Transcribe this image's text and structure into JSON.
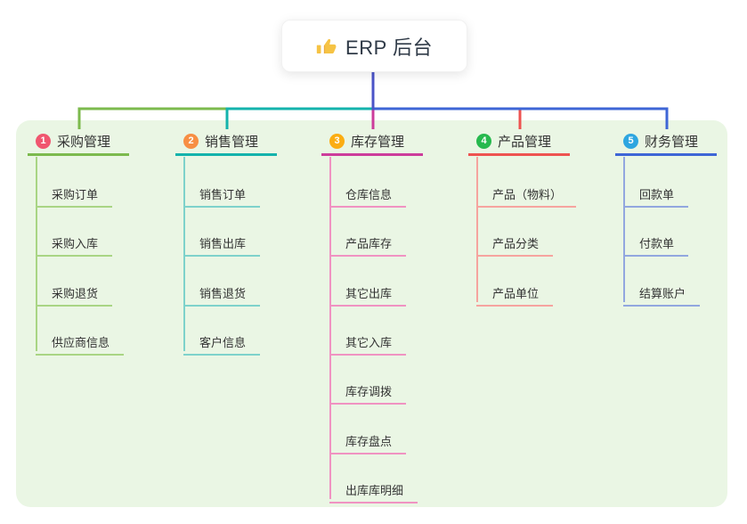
{
  "root": {
    "label": "ERP 后台",
    "icon": "thumbs-up-icon"
  },
  "branches": [
    {
      "index": "1",
      "label": "采购管理",
      "badge_color": "#F0566F",
      "line_color": "#7CBA4D",
      "light_color": "#A9D584",
      "children": [
        "采购订单",
        "采购入库",
        "采购退货",
        "供应商信息"
      ]
    },
    {
      "index": "2",
      "label": "销售管理",
      "badge_color": "#F78F44",
      "line_color": "#14B3AC",
      "light_color": "#7ED2CB",
      "children": [
        "销售订单",
        "销售出库",
        "销售退货",
        "客户信息"
      ]
    },
    {
      "index": "3",
      "label": "库存管理",
      "badge_color": "#FBAD12",
      "line_color": "#CC3C9B",
      "light_color": "#F093C2",
      "children": [
        "仓库信息",
        "产品库存",
        "其它出库",
        "其它入库",
        "库存调拨",
        "库存盘点",
        "出库库明细"
      ]
    },
    {
      "index": "4",
      "label": "产品管理",
      "badge_color": "#27B94E",
      "line_color": "#EE5350",
      "light_color": "#F6A49F",
      "children": [
        "产品（物料）",
        "产品分类",
        "产品单位"
      ]
    },
    {
      "index": "5",
      "label": "财务管理",
      "badge_color": "#2EA6E0",
      "line_color": "#3E66D6",
      "light_color": "#92A7DF",
      "children": [
        "回款单",
        "付款单",
        "结算账户"
      ]
    }
  ],
  "colors": {
    "panel_bg": "#EAF6E4",
    "root_line": "#4B54C8",
    "text": "#333333",
    "root_text": "#2F3A47",
    "icon_color": "#F6C344"
  }
}
